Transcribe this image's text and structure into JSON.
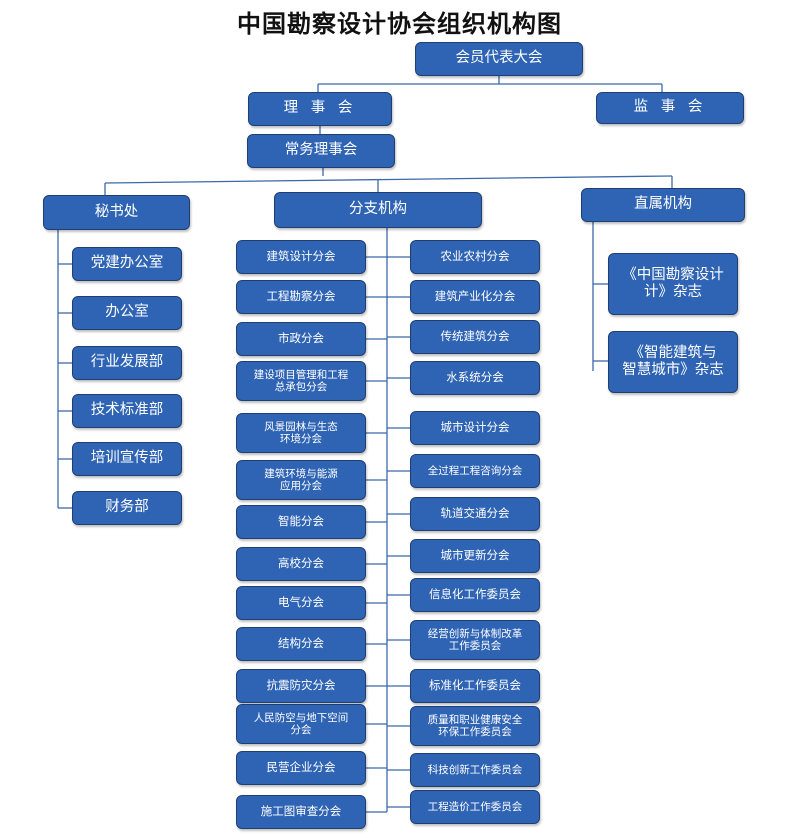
{
  "title": "中国勘察设计协会组织机构图",
  "nodes": {
    "general_assembly": "会员代表大会",
    "council": "理 事 会",
    "supervisory_board": "监 事 会",
    "standing_council": "常务理事会",
    "secretariat": "秘书处",
    "branches": "分支机构",
    "affiliates": "直属机构"
  },
  "secretariat_depts": [
    "党建办公室",
    "办公室",
    "行业发展部",
    "技术标准部",
    "培训宣传部",
    "财务部"
  ],
  "branches_left": [
    "建筑设计分会",
    "工程勘察分会",
    "市政分会",
    "建设项目管理和工程\n总承包分会",
    "风景园林与生态\n环境分会",
    "建筑环境与能源\n应用分会",
    "智能分会",
    "高校分会",
    "电气分会",
    "结构分会",
    "抗震防灾分会",
    "人民防空与地下空间\n分会",
    "民营企业分会",
    "施工图审查分会"
  ],
  "branches_right": [
    "农业农村分会",
    "建筑产业化分会",
    "传统建筑分会",
    "水系统分会",
    "城市设计分会",
    "全过程工程咨询分会",
    "轨道交通分会",
    "城市更新分会",
    "信息化工作委员会",
    "经营创新与体制改革\n工作委员会",
    "标准化工作委员会",
    "质量和职业健康安全\n环保工作委员会",
    "科技创新工作委员会",
    "工程造价工作委员会"
  ],
  "affiliate_units": [
    "《中国勘察设计\n计》杂志",
    "《智能建筑与\n智慧城市》杂志"
  ],
  "colors": {
    "box_fill": "#2f64b4",
    "box_border": "#1f3f73",
    "connector": "#3b6aa9",
    "text": "#ffffff"
  }
}
